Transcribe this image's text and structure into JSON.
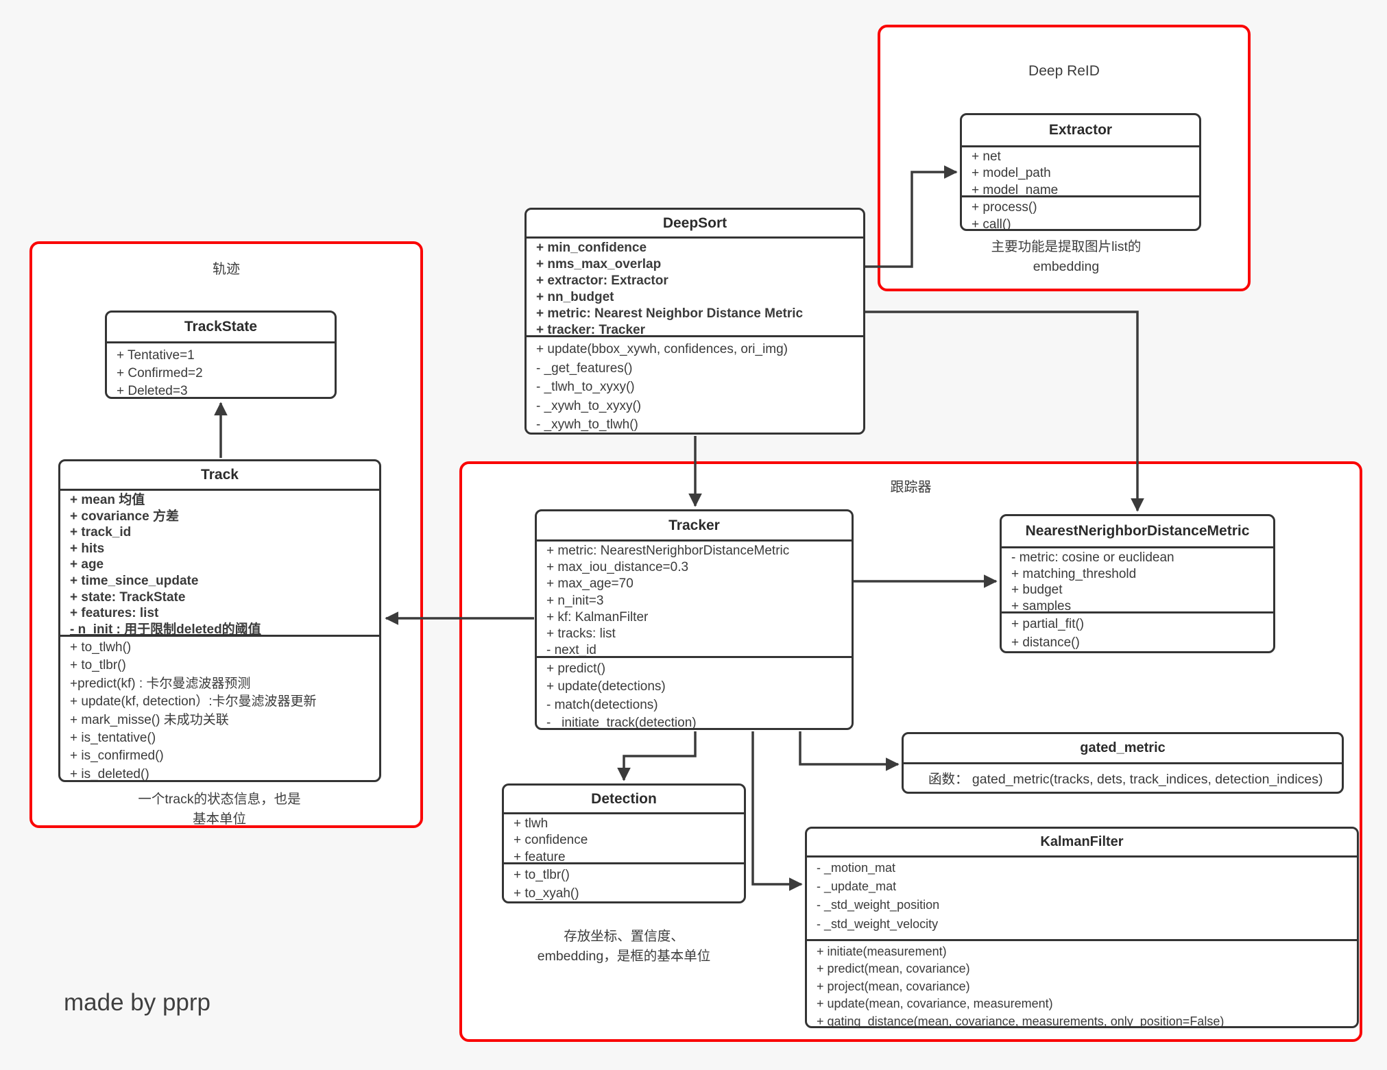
{
  "page": {
    "made_by": "made by pprp"
  },
  "colors": {
    "background": "#f7f7f7",
    "group_border": "#fa0404",
    "box_border": "#343434",
    "connector": "#3b3b3b",
    "text": "#3a3a3a"
  },
  "groups": {
    "deep_reid": {
      "label": "Deep ReID"
    },
    "trajectory": {
      "label": "轨迹"
    },
    "tracker": {
      "label": "跟踪器"
    }
  },
  "classes": {
    "extractor": {
      "title": "Extractor",
      "attributes": [
        "+ net",
        "+ model_path",
        "+ model_name"
      ],
      "methods": [
        "+ process()",
        "+ call()"
      ],
      "caption_line1": "主要功能是提取图片list的",
      "caption_line2": "embedding"
    },
    "deepsort": {
      "title": "DeepSort",
      "attributes": [
        "+ min_confidence",
        "+ nms_max_overlap",
        "+ extractor: Extractor",
        "+ nn_budget",
        "+ metric: Nearest Neighbor Distance Metric",
        "+ tracker: Tracker"
      ],
      "methods": [
        "+ update(bbox_xywh, confidences, ori_img)",
        "- _get_features()",
        "- _tlwh_to_xyxy()",
        "- _xywh_to_xyxy()",
        "- _xywh_to_tlwh()"
      ]
    },
    "trackstate": {
      "title": "TrackState",
      "attributes": [
        "+ Tentative=1",
        "+ Confirmed=2",
        "+ Deleted=3"
      ]
    },
    "track": {
      "title": "Track",
      "attributes": [
        "+ mean 均值",
        "+ covariance 方差",
        "+ track_id",
        "+ hits",
        "+ age",
        "+ time_since_update",
        "+ state: TrackState",
        "+ features: list",
        "- n_init : 用于限制deleted的阈值"
      ],
      "methods": [
        "+ to_tlwh()",
        "+ to_tlbr()",
        "+predict(kf) : 卡尔曼滤波器预测",
        "+ update(kf, detection）:卡尔曼滤波器更新",
        "+ mark_misse() 未成功关联",
        "+ is_tentative()",
        "+ is_confirmed()",
        "+ is_deleted()"
      ],
      "caption_line1": "一个track的状态信息，也是",
      "caption_line2": "基本单位"
    },
    "tracker": {
      "title": "Tracker",
      "attributes": [
        "+ metric: NearestNerighborDistanceMetric",
        "+ max_iou_distance=0.3",
        "+ max_age=70",
        "+ n_init=3",
        "+ kf: KalmanFilter",
        "+ tracks: list",
        "- next_id"
      ],
      "methods": [
        "+ predict()",
        "+ update(detections)",
        "- match(detections)",
        "- _initiate_track(detection)"
      ]
    },
    "nndm": {
      "title": "NearestNerighborDistanceMetric",
      "attributes": [
        "- metric: cosine or euclidean",
        "+ matching_threshold",
        "+ budget",
        "+ samples"
      ],
      "methods": [
        "+ partial_fit()",
        "+ distance()"
      ]
    },
    "detection": {
      "title": "Detection",
      "attributes": [
        "+ tlwh",
        "+ confidence",
        "+ feature"
      ],
      "methods": [
        "+ to_tlbr()",
        "+ to_xyah()"
      ],
      "caption_line1": "存放坐标、置信度、",
      "caption_line2": "embedding，是框的基本单位"
    },
    "gated_metric": {
      "title": "gated_metric",
      "body": "函数： gated_metric(tracks, dets, track_indices, detection_indices)"
    },
    "kalmanfilter": {
      "title": "KalmanFilter",
      "attributes": [
        "- _motion_mat",
        "- _update_mat",
        "- _std_weight_position",
        "- _std_weight_velocity"
      ],
      "methods": [
        "+ initiate(measurement)",
        "+ predict(mean, covariance)",
        "+ project(mean, covariance)",
        "+ update(mean, covariance, measurement)",
        "+ gating_distance(mean, covariance, measurements, only_position=False)"
      ]
    }
  }
}
